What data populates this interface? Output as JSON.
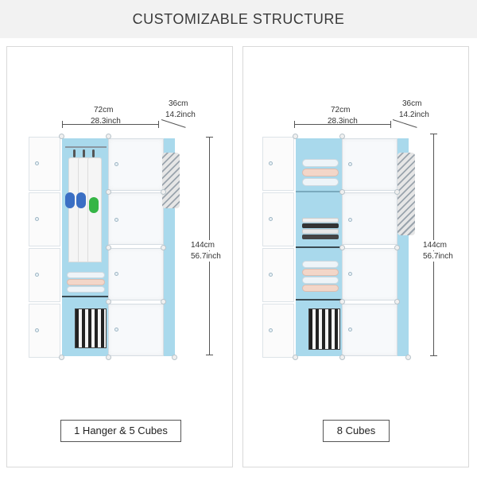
{
  "title": "CUSTOMIZABLE STRUCTURE",
  "left": {
    "width_cm": "72cm",
    "width_in": "28.3inch",
    "depth_cm": "36cm",
    "depth_in": "14.2inch",
    "height_cm": "144cm",
    "height_in": "56.7inch",
    "label": "1 Hanger & 5 Cubes"
  },
  "right": {
    "width_cm": "72cm",
    "width_in": "28.3inch",
    "depth_cm": "36cm",
    "depth_in": "14.2inch",
    "height_cm": "144cm",
    "height_in": "56.7inch",
    "label": "8 Cubes"
  },
  "colors": {
    "cabinet_blue": "#a9d9ec",
    "door_white": "#f7f9fb",
    "header_gray": "#f2f2f2"
  }
}
